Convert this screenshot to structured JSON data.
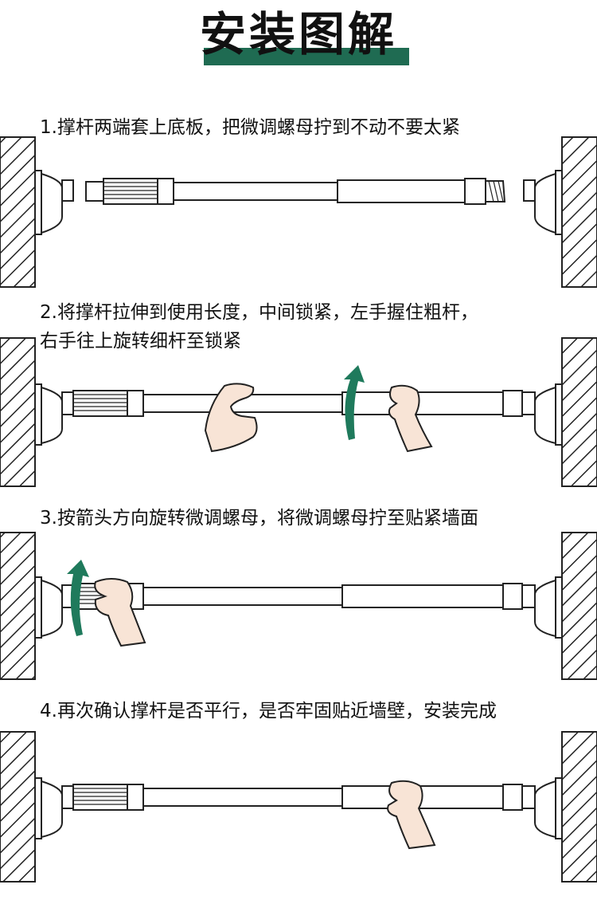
{
  "header": {
    "title": "安装图解",
    "accent_color": "#1f6b52"
  },
  "steps": [
    {
      "lines": [
        "1.撑杆两端套上底板，把微调螺母拧到不动不要太紧"
      ]
    },
    {
      "lines": [
        "2.将撑杆拉伸到使用长度，中间锁紧，左手握住粗杆，",
        "右手往上旋转细杆至锁紧"
      ]
    },
    {
      "lines": [
        "3.按箭头方向旋转微调螺母，将微调螺母拧至贴紧墙面"
      ]
    },
    {
      "lines": [
        "4.再次确认撑杆是否平行，是否牢固贴近墙壁，安装完成"
      ]
    }
  ],
  "colors": {
    "arrow": "#1f7a5c",
    "hand": "#f8e4d6",
    "line": "#222222"
  }
}
